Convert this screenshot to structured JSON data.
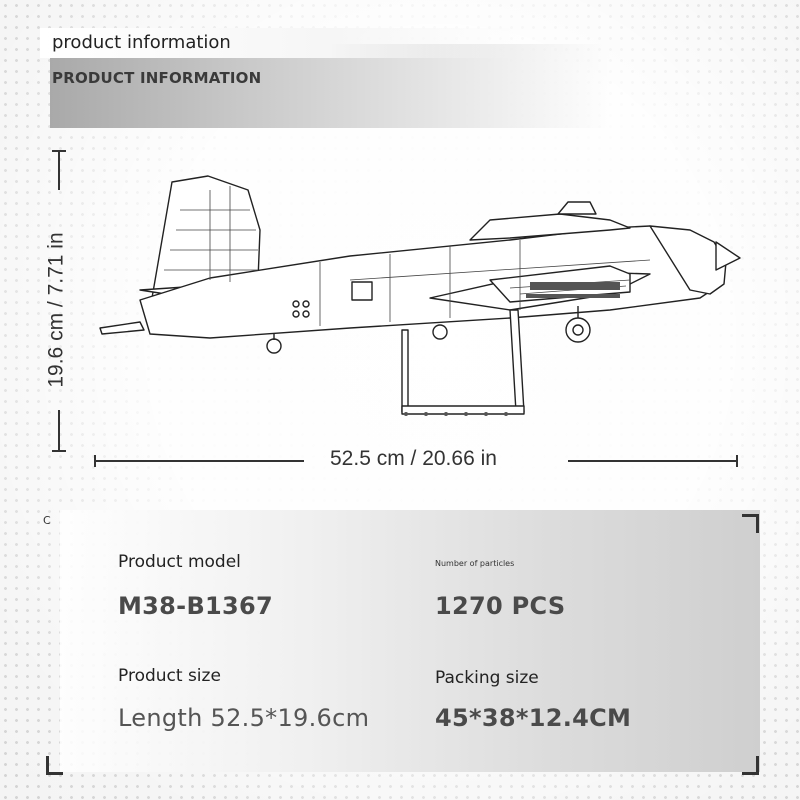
{
  "header": {
    "subtitle": "product information",
    "title": "PRODUCT INFORMATION"
  },
  "dimensions": {
    "height_label": "19.6 cm / 7.71 in",
    "length_label": "52.5 cm / 20.66 in"
  },
  "stray_mark": "C",
  "info": {
    "model_label": "Product model",
    "model_value": "M38-B1367",
    "particles_label": "Number of particles",
    "particles_value": "1270 PCS",
    "size_label": "Product size",
    "size_value": "Length 52.5*19.6cm",
    "packing_label": "Packing size",
    "packing_value": "45*38*12.4CM"
  },
  "colors": {
    "line": "#333333",
    "value_text": "#4a4a4a",
    "panel_dark": "#cfcfcf"
  }
}
